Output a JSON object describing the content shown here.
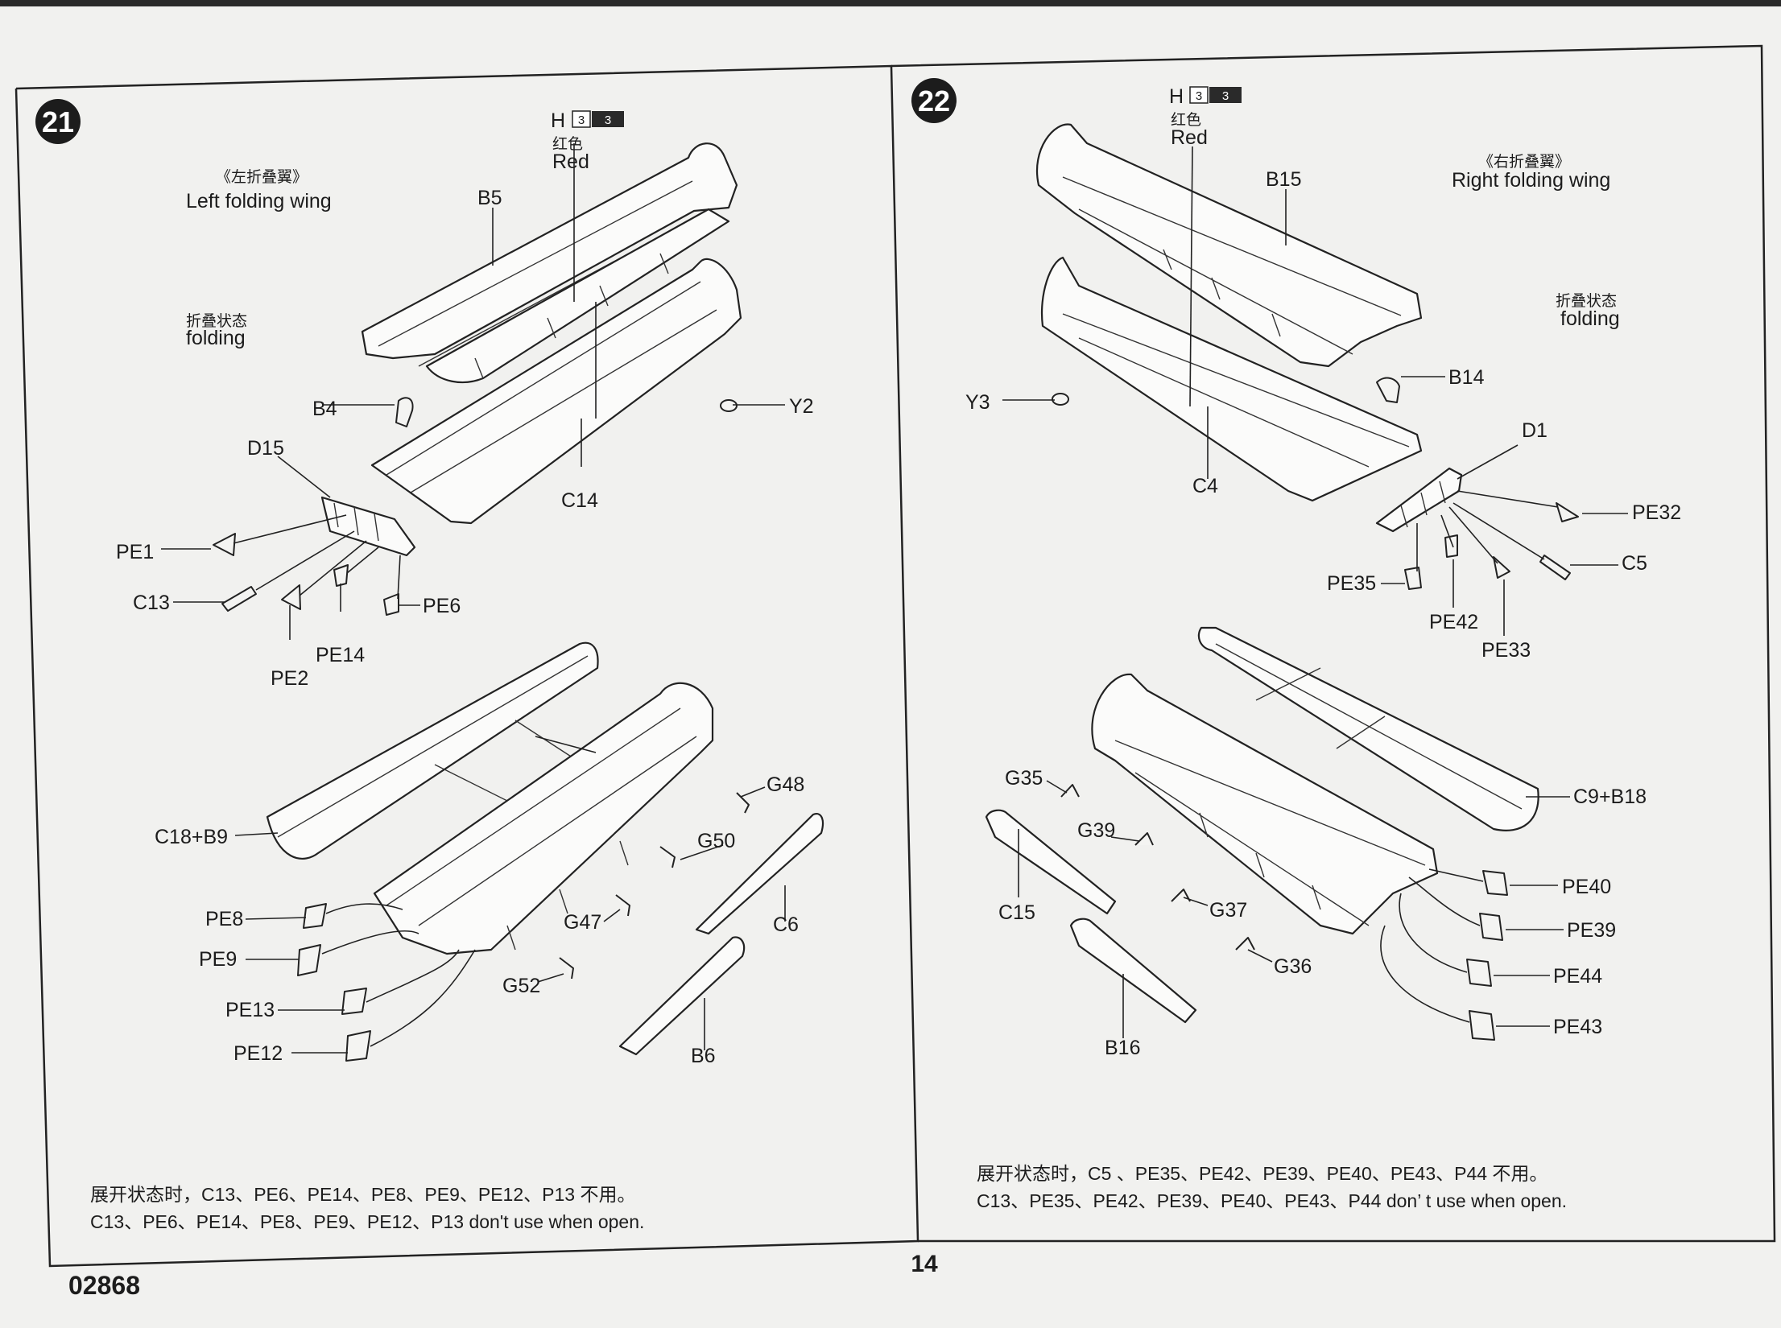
{
  "page": {
    "page_number": "14",
    "kit_code": "02868"
  },
  "step21": {
    "number": "21",
    "paint_code_letter": "H",
    "paint_chips": [
      "3",
      "3"
    ],
    "paint_name_zh": "红色",
    "paint_name_en": "Red",
    "title_zh": "《左折叠翼》",
    "title_en": "Left folding wing",
    "state_zh": "折叠状态",
    "state_en": "folding",
    "parts_upper": [
      "B5",
      "B4",
      "D15",
      "C14",
      "Y2",
      "PE1",
      "C13",
      "PE2",
      "PE14",
      "PE6"
    ],
    "parts_lower": [
      "C18+B9",
      "G48",
      "G50",
      "G47",
      "G52",
      "C6",
      "B6",
      "PE8",
      "PE9",
      "PE13",
      "PE12"
    ],
    "note_zh": "展开状态时，C13、PE6、PE14、PE8、PE9、PE12、P13 不用。",
    "note_en": "C13、PE6、PE14、PE8、PE9、PE12、P13 don't use when open."
  },
  "step22": {
    "number": "22",
    "paint_code_letter": "H",
    "paint_chips": [
      "3",
      "3"
    ],
    "paint_name_zh": "红色",
    "paint_name_en": "Red",
    "title_zh": "《右折叠翼》",
    "title_en": "Right folding wing",
    "state_zh": "折叠状态",
    "state_en": "folding",
    "parts_upper": [
      "B15",
      "B14",
      "Y3",
      "C4",
      "D1",
      "PE32",
      "C5",
      "PE35",
      "PE42",
      "PE33"
    ],
    "parts_lower": [
      "G35",
      "G39",
      "G37",
      "G36",
      "C15",
      "B16",
      "C9+B18",
      "PE40",
      "PE39",
      "PE44",
      "PE43"
    ],
    "note_zh": "展开状态时，C5 、PE35、PE42、PE39、PE40、PE43、P44 不用。",
    "note_en": "C13、PE35、PE42、PE39、PE40、PE43、P44 don’ t  use when  open."
  }
}
